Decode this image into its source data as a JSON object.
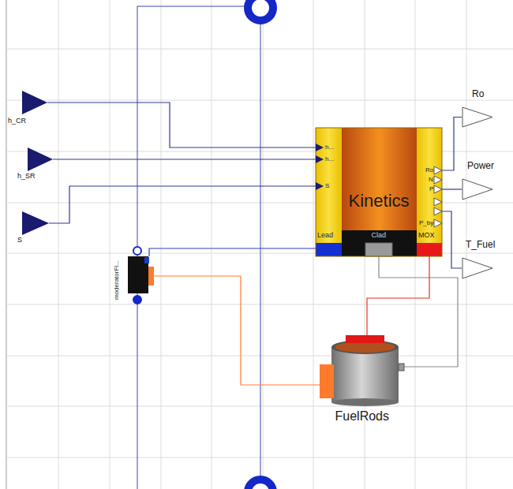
{
  "diagram": {
    "nodes": [
      {
        "text": [
          "h_CR"
        ]
      },
      {
        "text": [
          "h_SR"
        ]
      },
      {
        "text": [
          "S"
        ]
      },
      {
        "text": [
          "Kinetics"
        ]
      },
      {
        "text": [
          "h..."
        ],
        "in": 3
      },
      {
        "text": [
          "h..."
        ],
        "in": 3
      },
      {
        "text": [
          "S"
        ],
        "in": 3
      },
      {
        "text": [
          "Ro"
        ],
        "in": 3
      },
      {
        "text": [
          "N"
        ],
        "in": 3
      },
      {
        "text": [
          "P"
        ],
        "in": 3
      },
      {
        "text": [
          "P_by"
        ],
        "in": 3
      },
      {
        "text": [
          "Lead"
        ],
        "in": 3
      },
      {
        "text": [
          "Clad"
        ],
        "in": 3
      },
      {
        "text": [
          "MOX"
        ],
        "in": 3
      },
      {
        "text": [
          "Ro"
        ]
      },
      {
        "text": [
          "Power"
        ]
      },
      {
        "text": [
          "T_Fuel"
        ]
      },
      {
        "text": [
          "moderatorFl..."
        ]
      },
      {
        "text": [
          "FuelRods"
        ]
      }
    ],
    "edges": [
      {
        "from": 0,
        "to": 4,
        "arrow": "none"
      },
      {
        "from": 1,
        "to": 5,
        "arrow": "none"
      },
      {
        "from": 2,
        "to": 6,
        "arrow": "none"
      },
      {
        "from": 7,
        "to": 14,
        "arrow": "none"
      },
      {
        "from": 9,
        "to": 15,
        "arrow": "none"
      },
      {
        "from": 3,
        "to": 16,
        "arrow": "none"
      },
      {
        "from": 11,
        "to": 17,
        "arrow": "none"
      },
      {
        "from": 12,
        "to": 18,
        "arrow": "none"
      },
      {
        "from": 13,
        "to": 18,
        "arrow": "none"
      },
      {
        "from": 17,
        "to": 18,
        "arrow": "none"
      }
    ]
  }
}
